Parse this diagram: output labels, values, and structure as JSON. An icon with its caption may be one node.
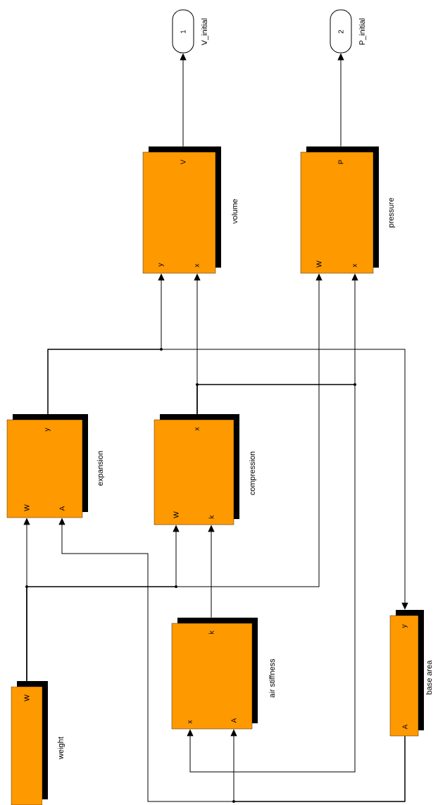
{
  "diagram": {
    "nodes": [
      {
        "text": [
          "1",
          "V_initial"
        ]
      },
      {
        "text": [
          "2",
          "P_initial"
        ]
      },
      {
        "text": [
          "volume",
          "y",
          "x",
          "V"
        ]
      },
      {
        "text": [
          "pressure",
          "W",
          "x",
          "P"
        ]
      },
      {
        "text": [
          "expansion",
          "W",
          "A",
          "y"
        ]
      },
      {
        "text": [
          "compression",
          "W",
          "k",
          "x"
        ]
      },
      {
        "text": [
          "weight",
          "W"
        ]
      },
      {
        "text": [
          "air stiffness",
          "x",
          "A",
          "k"
        ]
      },
      {
        "text": [
          "base area",
          "A",
          "y"
        ]
      }
    ],
    "edges": [
      {
        "from": 2,
        "to": 0,
        "arrow": "to"
      },
      {
        "from": 3,
        "to": 1,
        "arrow": "to"
      },
      {
        "from": 4,
        "to": 2,
        "arrow": "to"
      },
      {
        "from": 4,
        "to": 8,
        "arrow": "to"
      },
      {
        "from": 5,
        "to": 2,
        "arrow": "to"
      },
      {
        "from": 5,
        "to": 3,
        "arrow": "to"
      },
      {
        "from": 5,
        "to": 7,
        "arrow": "to"
      },
      {
        "from": 6,
        "to": 4,
        "arrow": "to"
      },
      {
        "from": 6,
        "to": 5,
        "arrow": "to"
      },
      {
        "from": 6,
        "to": 3,
        "arrow": "to"
      },
      {
        "from": 7,
        "to": 5,
        "arrow": "to"
      },
      {
        "from": 8,
        "to": 7,
        "arrow": "to"
      },
      {
        "from": 8,
        "to": 4,
        "arrow": "to"
      }
    ]
  }
}
